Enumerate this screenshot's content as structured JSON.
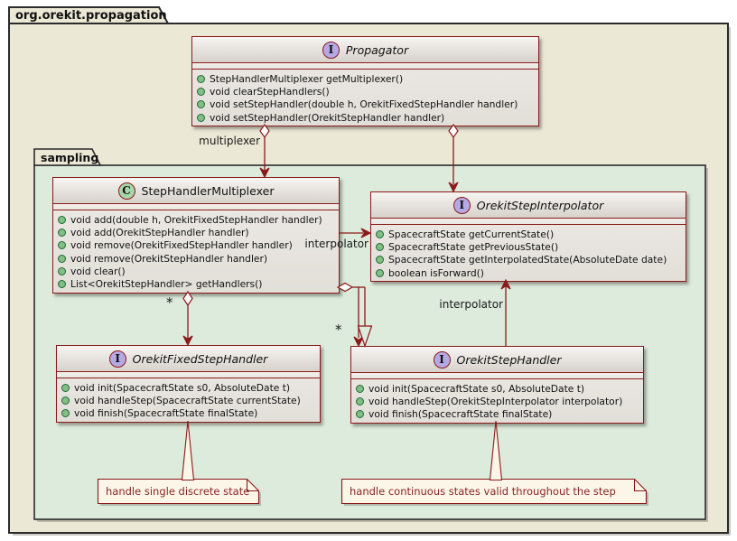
{
  "diagram": {
    "outer_package": "org.orekit.propagation",
    "inner_package": "sampling"
  },
  "classes": {
    "propagator": {
      "stereotype": "I",
      "name": "Propagator",
      "methods": [
        "StepHandlerMultiplexer getMultiplexer()",
        "void clearStepHandlers()",
        "void setStepHandler(double h, OrekitFixedStepHandler handler)",
        "void setStepHandler(OrekitStepHandler handler)"
      ]
    },
    "multiplexer": {
      "stereotype": "C",
      "name": "StepHandlerMultiplexer",
      "methods": [
        "void add(double h, OrekitFixedStepHandler handler)",
        "void add(OrekitStepHandler handler)",
        "void remove(OrekitFixedStepHandler handler)",
        "void remove(OrekitStepHandler handler)",
        "void clear()",
        "List<OrekitStepHandler> getHandlers()"
      ]
    },
    "interpolator": {
      "stereotype": "I",
      "name": "OrekitStepInterpolator",
      "methods": [
        "SpacecraftState getCurrentState()",
        "SpacecraftState getPreviousState()",
        "SpacecraftState getInterpolatedState(AbsoluteDate date)",
        "boolean isForward()"
      ]
    },
    "fixed_handler": {
      "stereotype": "I",
      "name": "OrekitFixedStepHandler",
      "methods": [
        "void init(SpacecraftState s0, AbsoluteDate t)",
        "void handleStep(SpacecraftState currentState)",
        "void finish(SpacecraftState finalState)"
      ]
    },
    "step_handler": {
      "stereotype": "I",
      "name": "OrekitStepHandler",
      "methods": [
        "void init(SpacecraftState s0, AbsoluteDate t)",
        "void handleStep(OrekitStepInterpolator interpolator)",
        "void finish(SpacecraftState finalState)"
      ]
    }
  },
  "edge_labels": {
    "multiplexer": "multiplexer",
    "interpolator_association": "interpolator",
    "interpolator_dependency": "interpolator",
    "multiplicity_fixed": "*",
    "multiplicity_step": "*"
  },
  "notes": {
    "fixed_handler_note": "handle single discrete state",
    "step_handler_note": "handle continuous states valid throughout the step"
  },
  "colors": {
    "line": "#8b1a1a",
    "package_fill": "#ece8d6",
    "sampling_fill": "#dcebdc",
    "note_fill": "#fbf6e8",
    "note_text": "#8b2626",
    "interface_icon_fill": "#b5a9e5",
    "class_icon_fill": "#a8d5a8",
    "public_bullet_fill": "#84be84"
  }
}
